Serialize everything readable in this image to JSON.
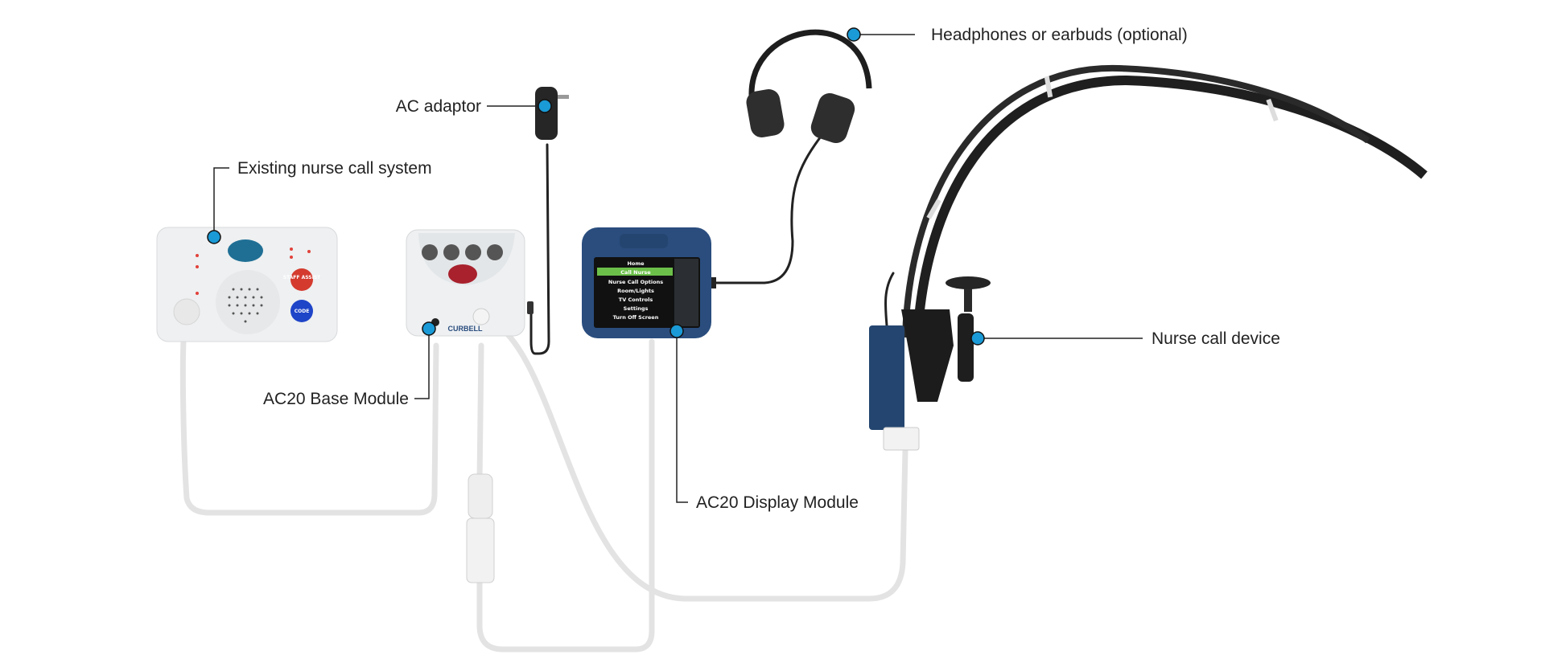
{
  "labels": {
    "headphones": "Headphones or earbuds (optional)",
    "ac_adaptor": "AC adaptor",
    "existing_system": "Existing nurse call system",
    "nurse_call_device": "Nurse call device",
    "base_module": "AC20 Base Module",
    "display_module": "AC20 Display Module"
  },
  "display_screen": {
    "title": "Home",
    "items": [
      "Call Nurse",
      "Nurse Call Options",
      "Room/Lights",
      "TV Controls",
      "Settings",
      "Turn Off Screen"
    ]
  },
  "nurse_panel": {
    "staff_assist": "STAFF ASSIST",
    "code": "CODE"
  },
  "base_module": {
    "brand": "CURBELL"
  },
  "colors": {
    "marker": "#1a9ad6",
    "display_blue": "#2a4d7e",
    "cable": "#e6e6e6",
    "screen_highlight": "#6cc04a"
  }
}
